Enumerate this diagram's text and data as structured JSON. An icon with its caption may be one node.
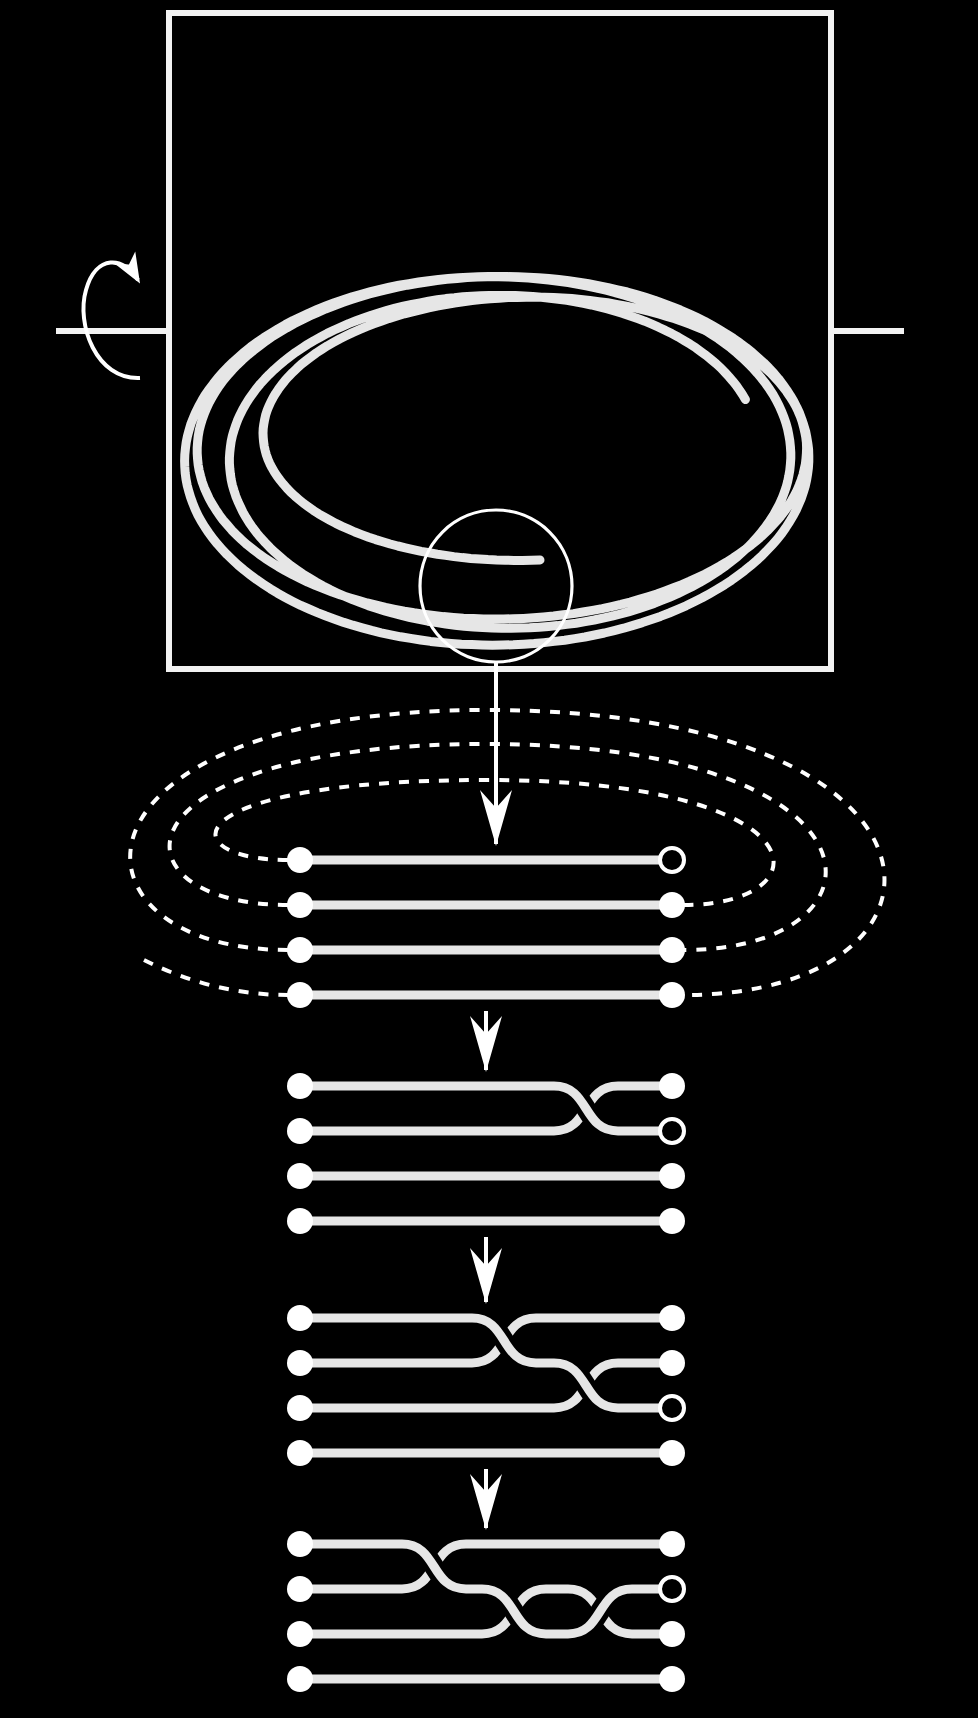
{
  "diagram": {
    "nodes": [
      {
        "text": [],
        "shape": "box"
      },
      {
        "text": [],
        "shape": "circle",
        "in": 0
      },
      {
        "text": [],
        "shape": "picture"
      },
      {
        "text": [],
        "shape": "picture"
      },
      {
        "text": [],
        "shape": "picture"
      },
      {
        "text": [],
        "shape": "picture"
      }
    ],
    "edges": [
      {
        "from": 1,
        "to": 2,
        "arrow": "to"
      },
      {
        "from": 2,
        "to": 3,
        "arrow": "to"
      },
      {
        "from": 3,
        "to": 4,
        "arrow": "to"
      },
      {
        "from": 4,
        "to": 5,
        "arrow": "to"
      }
    ]
  }
}
